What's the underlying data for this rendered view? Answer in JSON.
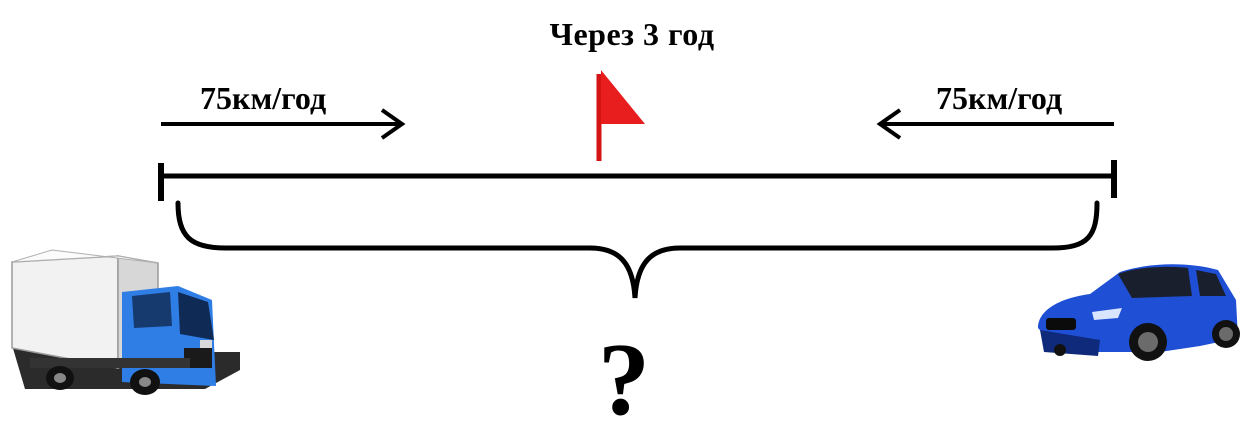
{
  "title": "Через 3 год",
  "left_vehicle": {
    "speed_label": "75км/год",
    "icon": "truck-icon",
    "color": "#2f7ee6"
  },
  "right_vehicle": {
    "speed_label": "75км/год",
    "icon": "car-icon",
    "color": "#1f4fd4"
  },
  "flag": {
    "icon": "flag-icon",
    "color": "#e81d1d"
  },
  "unknown_label": "?"
}
